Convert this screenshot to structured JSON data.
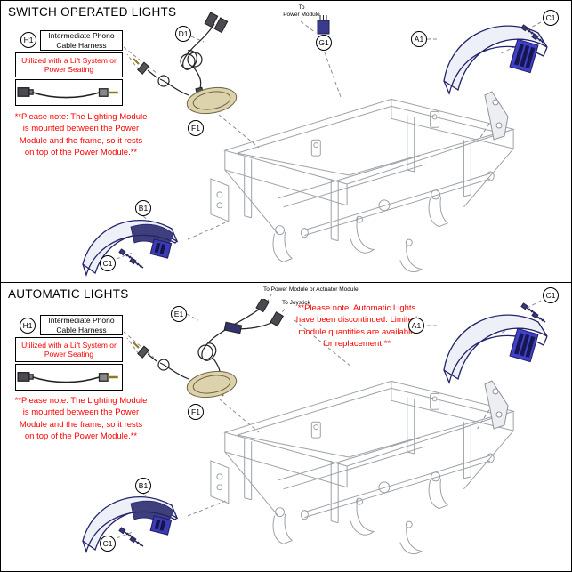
{
  "colors": {
    "note_red": "#ff0000",
    "fender_navy": "#23236b",
    "frame_gray": "#9ca1a8",
    "module_blue": "#4040c8"
  },
  "top": {
    "title": "SWITCH OPERATED LIGHTS",
    "harness": {
      "callout": "H1",
      "name": "Intermediate Phono\nCable Harness",
      "usage_note": "Utilized with a Lift System or\nPower Seating"
    },
    "to_power_module": "To\nPower Module",
    "lighting_note": "**Please note: The Lighting Module\nis mounted between the Power\nModule and the frame, so it rests\non top of the Power Module.**",
    "callouts": {
      "d1": "D1",
      "g1": "G1",
      "a1": "A1",
      "c1_top_right": "C1",
      "f1": "F1",
      "b1": "B1",
      "c1_bottom_left": "C1"
    }
  },
  "bottom": {
    "title": "AUTOMATIC LIGHTS",
    "harness": {
      "callout": "H1",
      "name": "Intermediate Phono\nCable Harness",
      "usage_note": "Utilized with a Lift System or\nPower Seating"
    },
    "to_power_or_actuator": "To Power Module or Actuator Module",
    "to_joystick": "To Joystick",
    "discontinued_note": "**Please note: Automatic Lights\nhave been discontinued. Limited\nmodule quantities are available\nfor replacement.**",
    "lighting_note": "**Please note: The Lighting Module\nis mounted between the Power\nModule and the frame, so it rests\non top of the Power Module.**",
    "callouts": {
      "e1": "E1",
      "a1": "A1",
      "c1_top_right": "C1",
      "f1": "F1",
      "b1": "B1",
      "c1_bottom_left": "C1"
    }
  }
}
